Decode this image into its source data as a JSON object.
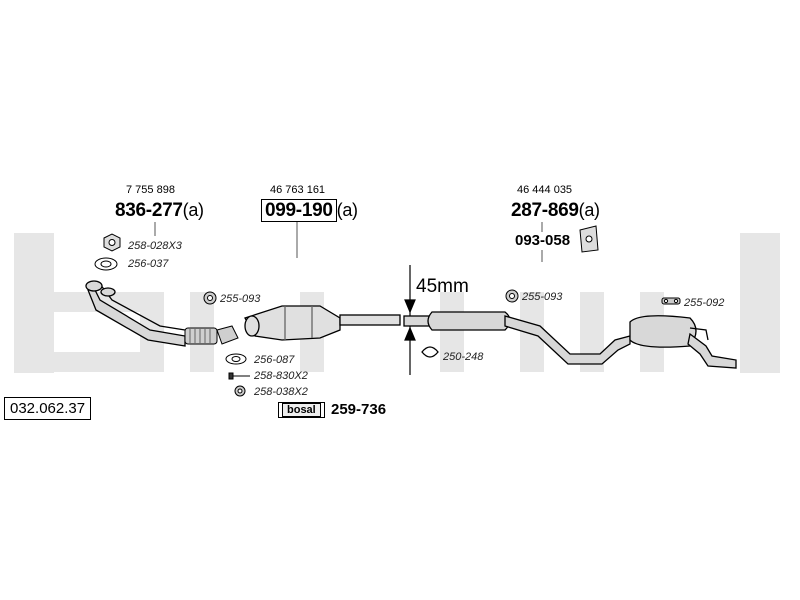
{
  "reference_number": "032.062.37",
  "watermark_brand": "bosal",
  "dimension_label": "45mm",
  "main_parts": [
    {
      "oe_number": "7 755 898",
      "part_number": "836-277",
      "suffix": "(a)"
    },
    {
      "oe_number": "46 763 161",
      "part_number": "099-190",
      "suffix": "(a)"
    },
    {
      "oe_number": "46 444 035",
      "part_number": "287-869",
      "suffix": "(a)"
    }
  ],
  "rubber_mount": {
    "part_number": "093-058"
  },
  "paste": {
    "label": "bosal",
    "part_number": "259-736"
  },
  "accessories": {
    "nut_kit": "258-028X3",
    "gasket_front": "256-037",
    "clamp_cat_front": "255-093",
    "gasket_mid": "256-087",
    "bolt_kit": "258-830X2",
    "nut_kit_2": "258-038X2",
    "clamp_mid": "255-093",
    "ring_mid": "250-248",
    "hanger_rear": "255-092"
  },
  "colors": {
    "watermark": "#e6e6e6",
    "line": "#000000",
    "pipe_fill": "#d8d8d8"
  }
}
